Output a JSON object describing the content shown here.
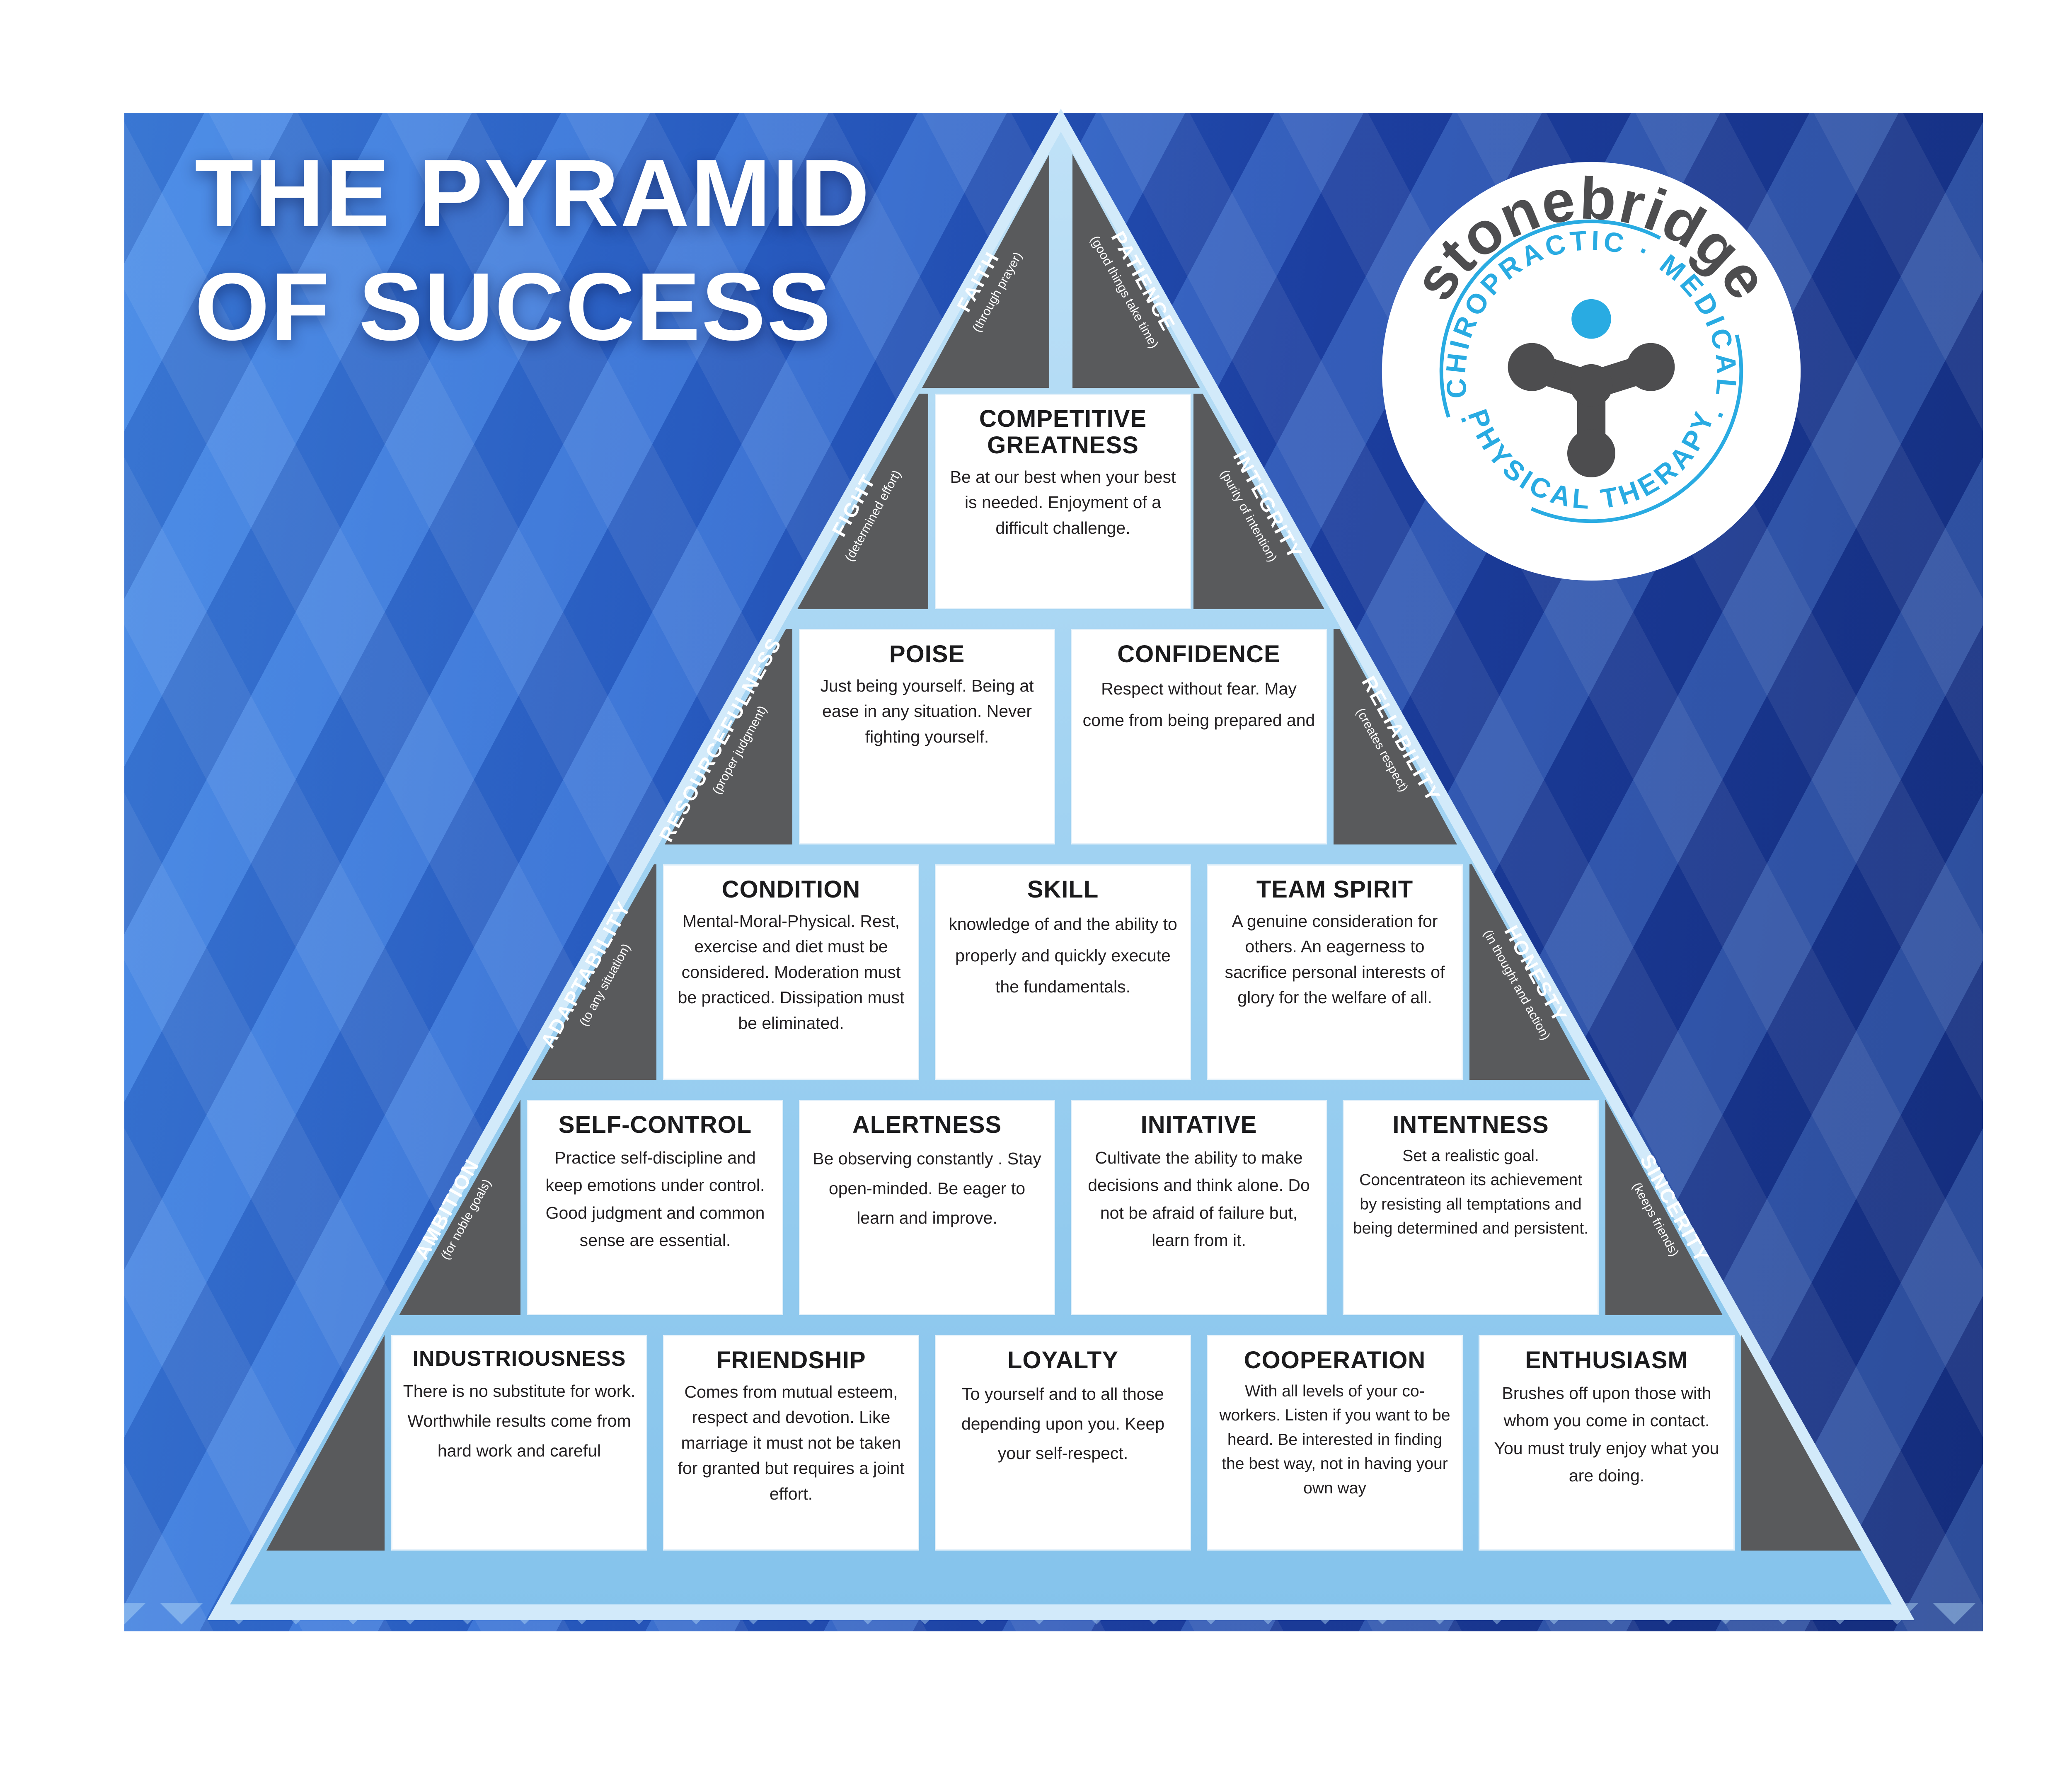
{
  "title": {
    "line1": "THE PYRAMID",
    "line2": "OF SUCCESS"
  },
  "logo": {
    "brand": "stonebridge",
    "ring_top": "· CHIROPRACTIC · MEDICAL ·",
    "ring_bottom": "· PHYSICAL THERAPY ·"
  },
  "colors": {
    "background_dark": "#152f80",
    "background_light": "#3f82e2",
    "pyramid_fill": "#a2d3f2",
    "edge_gray": "#595a5c",
    "accent_blue": "#29abe2"
  },
  "pyramid": {
    "edge_labels": {
      "left": [
        {
          "name": "FAITH",
          "sub": "(through prayer)"
        },
        {
          "name": "FIGHT",
          "sub": "(determined effort)"
        },
        {
          "name": "RESOURCEFULNESS",
          "sub": "(proper judgment)"
        },
        {
          "name": "ADAPTABILITY",
          "sub": "(to any situation)"
        },
        {
          "name": "AMBITION",
          "sub": "(for noble goals)"
        }
      ],
      "right": [
        {
          "name": "PATIENCE",
          "sub": "(good things take time)"
        },
        {
          "name": "INTEGRITY",
          "sub": "(purity of intention)"
        },
        {
          "name": "RELIABILITY",
          "sub": "(creates respect)"
        },
        {
          "name": "HONESTY",
          "sub": "(in thought and action)"
        },
        {
          "name": "SINCERITY",
          "sub": "(keeps friends)"
        }
      ]
    },
    "rows": [
      [
        {
          "title": "COMPETITIVE GREATNESS",
          "body": "Be at our best when your best is needed. Enjoyment of a difficult challenge."
        }
      ],
      [
        {
          "title": "POISE",
          "body": "Just being yourself. Being at ease in any situation. Never fighting yourself."
        },
        {
          "title": "CONFIDENCE",
          "body": "Respect without fear. May come from being prepared and"
        }
      ],
      [
        {
          "title": "CONDITION",
          "body": "Mental-Moral-Physical. Rest, exercise and diet must be considered. Moderation must be practiced. Dissipation must be eliminated."
        },
        {
          "title": "SKILL",
          "body": "knowledge of and the ability to properly and quickly execute the fundamentals."
        },
        {
          "title": "TEAM SPIRIT",
          "body": "A genuine consideration for others. An eagerness to sacrifice personal interests of glory for the welfare of all."
        }
      ],
      [
        {
          "title": "SELF-CONTROL",
          "body": "Practice self-discipline and keep emotions under control. Good judgment and common sense are essential."
        },
        {
          "title": "ALERTNESS",
          "body": "Be observing constantly . Stay open-minded. Be eager to learn and improve."
        },
        {
          "title": "INITATIVE",
          "body": "Cultivate the ability to make decisions and think alone. Do not be afraid of failure but, learn from it."
        },
        {
          "title": "INTENTNESS",
          "body": "Set a realistic goal. Concentrateon its achievement by resisting all temptations and being determined and persistent."
        }
      ],
      [
        {
          "title": "INDUSTRIOUSNESS",
          "body": "There is no substitute for work. Worthwhile results come from hard work and careful"
        },
        {
          "title": "FRIENDSHIP",
          "body": "Comes from mutual esteem, respect and devotion. Like marriage it must not be taken for granted but requires a joint effort."
        },
        {
          "title": "LOYALTY",
          "body": "To yourself and to all those depending upon you. Keep your self-respect."
        },
        {
          "title": "COOPERATION",
          "body": "With all levels of your co-workers. Listen if you want to be heard. Be interested in finding the best way, not in having your own way"
        },
        {
          "title": "ENTHUSIASM",
          "body": "Brushes off upon those with whom you come in contact. You must truly enjoy what you are doing."
        }
      ]
    ]
  }
}
